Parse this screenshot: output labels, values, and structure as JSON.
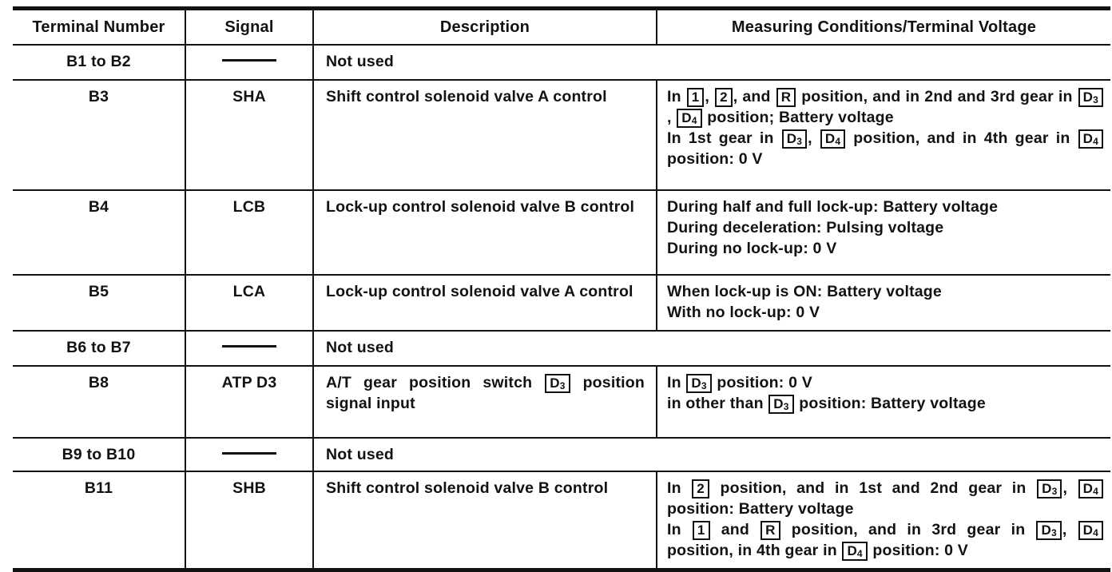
{
  "colors": {
    "ink": "#121212",
    "paper": "#ffffff"
  },
  "table": {
    "headers": [
      "Terminal Number",
      "Signal",
      "Description",
      "Measuring Conditions/Terminal Voltage"
    ],
    "dash_symbol": "—",
    "rows": [
      {
        "terminal": "B1 to B2",
        "signal": "—",
        "not_used": true,
        "description": "Not used",
        "conditions": []
      },
      {
        "terminal": "B3",
        "signal": "SHA",
        "not_used": false,
        "description": "Shift control solenoid valve A control",
        "conditions": [
          "In {1}, {2}, and {R} position, and in 2nd and 3rd gear in {D3}, {D4} position; Battery voltage",
          "In 1st gear in {D3}, {D4} position, and in 4th gear in {D4} position: 0 V"
        ]
      },
      {
        "terminal": "B4",
        "signal": "LCB",
        "not_used": false,
        "description": "Lock-up control solenoid valve B control",
        "conditions": [
          "During half and full lock-up: Battery voltage",
          "During deceleration: Pulsing voltage",
          "During no lock-up: 0 V"
        ]
      },
      {
        "terminal": "B5",
        "signal": "LCA",
        "not_used": false,
        "description": "Lock-up control solenoid valve A control",
        "conditions": [
          "When lock-up is ON: Battery voltage",
          "With no lock-up: 0 V"
        ]
      },
      {
        "terminal": "B6 to B7",
        "signal": "—",
        "not_used": true,
        "description": "Not used",
        "conditions": []
      },
      {
        "terminal": "B8",
        "signal": "ATP D3",
        "not_used": false,
        "description": "A/T gear position switch {D3} position signal input",
        "conditions": [
          "In {D3} position: 0 V",
          "in other than {D3} position: Battery voltage"
        ]
      },
      {
        "terminal": "B9 to B10",
        "signal": "—",
        "not_used": true,
        "description": "Not used",
        "conditions": []
      },
      {
        "terminal": "B11",
        "signal": "SHB",
        "not_used": false,
        "description": "Shift control solenoid valve B control",
        "conditions": [
          "In {2} position, and in 1st and 2nd gear in {D3}, {D4} position: Battery voltage",
          "In {1} and {R} position, and in 3rd gear in {D3}, {D4} position, in 4th gear in {D4} position: 0 V"
        ]
      }
    ]
  }
}
